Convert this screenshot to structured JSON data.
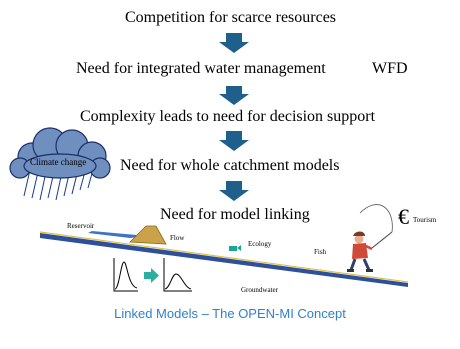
{
  "steps": [
    "Competition for scarce resources",
    "Need for integrated water management",
    "Complexity leads to need for decision support",
    "Need for whole catchment models",
    "Need for model linking"
  ],
  "wfd_label": "WFD",
  "climate_label": "Climate change",
  "landscape_labels": {
    "reservoir": "Reservoir",
    "flow": "Flow",
    "ecology": "Ecology",
    "fish": "Fish",
    "tourism": "Tourism",
    "groundwater": "Groundwater",
    "euro": "€"
  },
  "footer": "Linked Models – The OPEN-MI Concept",
  "colors": {
    "arrow": "#1f5f8b",
    "ground": "#2e4f9a",
    "ground_top": "#e0c04a",
    "mountain": "#c9a24a",
    "footer": "#2f80d0"
  }
}
